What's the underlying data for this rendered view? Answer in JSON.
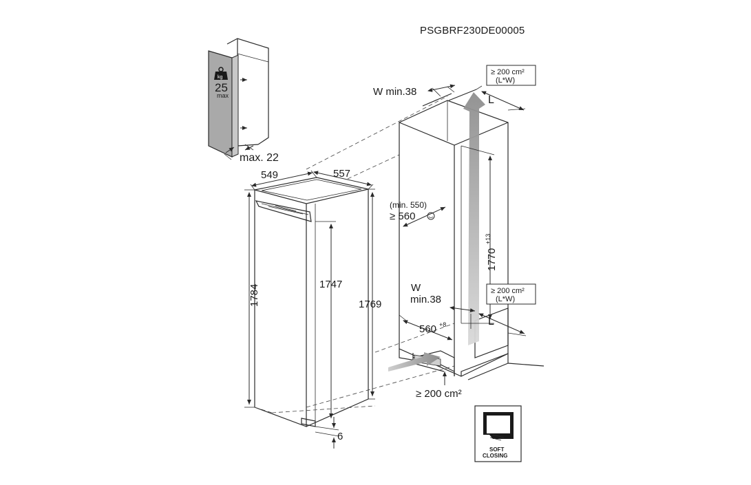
{
  "header": {
    "code": "PSGBRF230DE00005"
  },
  "door_panel": {
    "weight_icon_label": "kg",
    "weight_value": "25",
    "weight_unit": "max",
    "thickness_label": "max. 22"
  },
  "appliance": {
    "depth_label": "549",
    "width_label": "557",
    "height_label": "1784",
    "door_height_label": "1747",
    "body_height_label": "1769",
    "gap_label": "6"
  },
  "niche": {
    "top_vent_top": "≥ 200 cm²",
    "top_vent_sub": "(L*W)",
    "top_vent_w": "W min.38",
    "top_vent_l": "L",
    "depth_min": "(min. 550)",
    "depth_rec": "≥ 560",
    "height_label": "1770",
    "height_tol": "+13",
    "bottom_vent_top": "≥ 200 cm²",
    "bottom_vent_sub": "(L*W)",
    "bottom_vent_w": "W",
    "bottom_vent_w2": "min.38",
    "bottom_vent_l": "L",
    "width_label": "560",
    "width_tol": "+8",
    "plinth_vent": "≥ 200 cm²"
  },
  "soft_closing": {
    "line1": "SOFT",
    "line2": "CLOSING"
  },
  "colors": {
    "line": "#2a2a2a",
    "panel": "#a9a9a9",
    "airflow": "#9a9a9a"
  }
}
